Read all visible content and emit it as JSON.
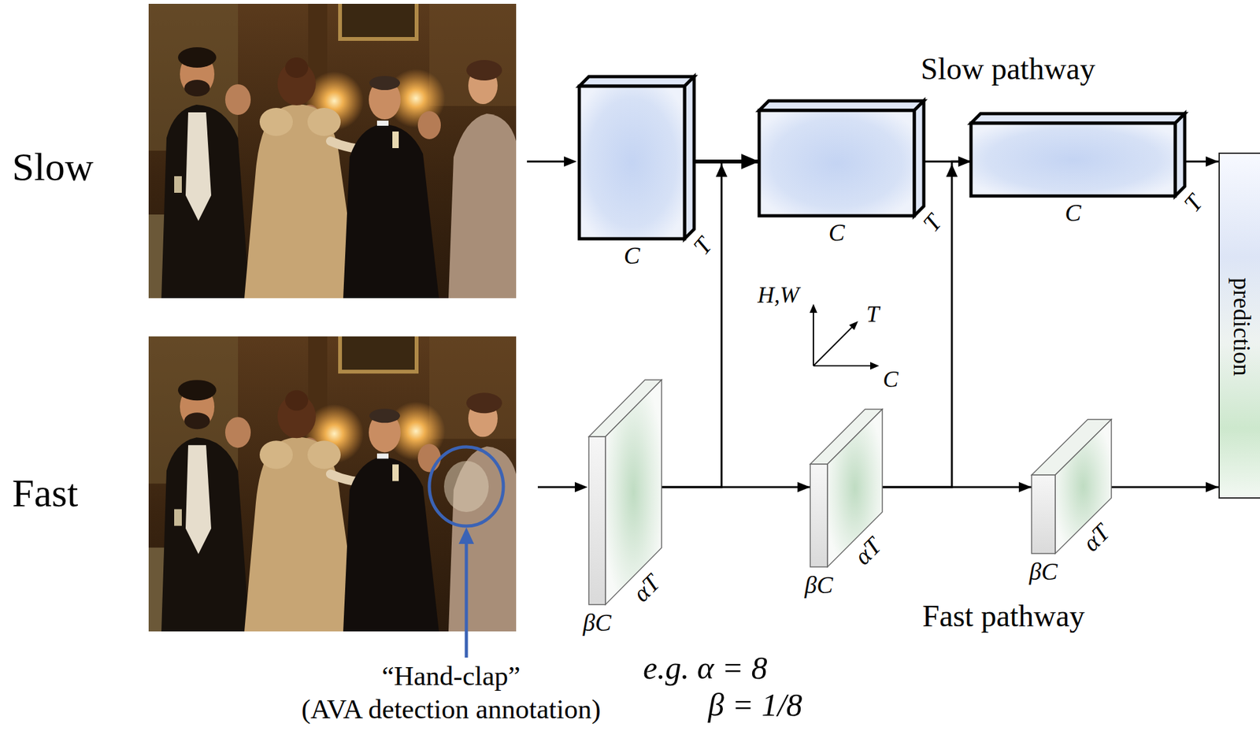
{
  "diagram": {
    "nodes": [
      {
        "text": [
          "C",
          "T"
        ]
      },
      {
        "text": [
          "C",
          "T"
        ]
      },
      {
        "text": [
          "C",
          "T"
        ]
      },
      {
        "text": [
          "prediction"
        ]
      },
      {
        "text": [
          "βC",
          "αT"
        ]
      },
      {
        "text": [
          "βC",
          "αT"
        ]
      },
      {
        "text": [
          "βC",
          "αT"
        ]
      }
    ],
    "edges": [
      {
        "from": 0,
        "to": 1,
        "arrow": "to"
      },
      {
        "from": 1,
        "to": 2,
        "arrow": "to"
      },
      {
        "from": 2,
        "to": 3,
        "arrow": "to"
      },
      {
        "from": 4,
        "to": 5,
        "arrow": "to"
      },
      {
        "from": 5,
        "to": 6,
        "arrow": "to"
      },
      {
        "from": 6,
        "to": 3,
        "arrow": "to"
      },
      {
        "from": 4,
        "to": 1,
        "arrow": "to"
      },
      {
        "from": 5,
        "to": 2,
        "arrow": "to"
      }
    ],
    "labels": [
      "Slow",
      "Fast",
      "Slow pathway",
      "Fast pathway",
      "H,W",
      "T",
      "C",
      "“Hand-clap”",
      "(AVA detection annotation)",
      "e.g. α = 8",
      "β = 1/8"
    ]
  }
}
